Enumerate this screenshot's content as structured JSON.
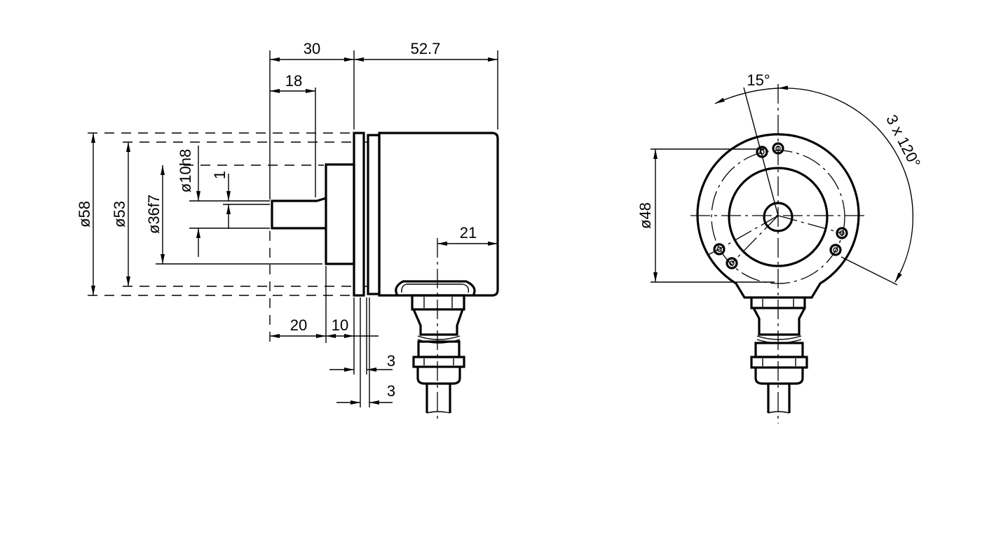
{
  "drawing": {
    "side_view": {
      "dim_shaft_to_flange": "30",
      "dim_body_length": "52.7",
      "dim_shaft_key": "18",
      "dim_outer_diameter": "ø58",
      "dim_flange_diameter": "ø53",
      "dim_spigot_diameter": "ø36f7",
      "dim_shaft_diameter": "ø10h8",
      "dim_flat_depth": "1",
      "dim_connector_offset": "21",
      "dim_shaft_length": "20",
      "dim_spigot_length": "10",
      "dim_flange_thickness_1": "3",
      "dim_flange_thickness_2": "3"
    },
    "front_view": {
      "dim_bolt_circle": "ø48",
      "dim_angle_offset": "15°",
      "dim_angle_pattern": "3 x 120°"
    }
  }
}
